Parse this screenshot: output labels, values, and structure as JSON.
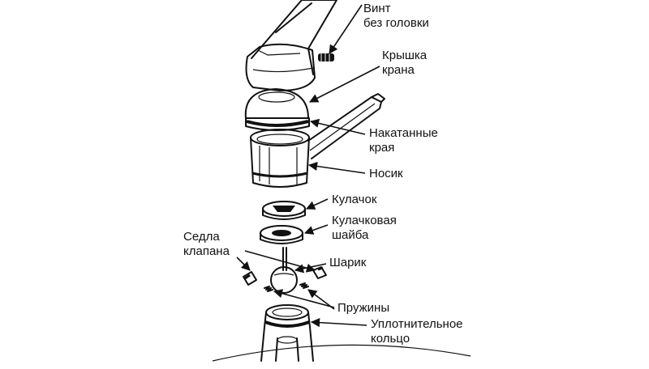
{
  "labels": {
    "screw": [
      "Винт",
      "без головки"
    ],
    "cap": [
      "Крышка",
      "крана"
    ],
    "knurled_edges": [
      "Накатанные",
      "края"
    ],
    "spout": [
      "Носик"
    ],
    "cam": [
      "Кулачок"
    ],
    "cam_washer": [
      "Кулачковая",
      "шайба"
    ],
    "valve_seats": [
      "Седла",
      "клапана"
    ],
    "ball": [
      "Шарик"
    ],
    "springs": [
      "Пружины"
    ],
    "o_ring": [
      "Уплотнительное",
      "кольцо"
    ]
  },
  "colors": {
    "ink": "#111111",
    "background": "#ffffff"
  }
}
